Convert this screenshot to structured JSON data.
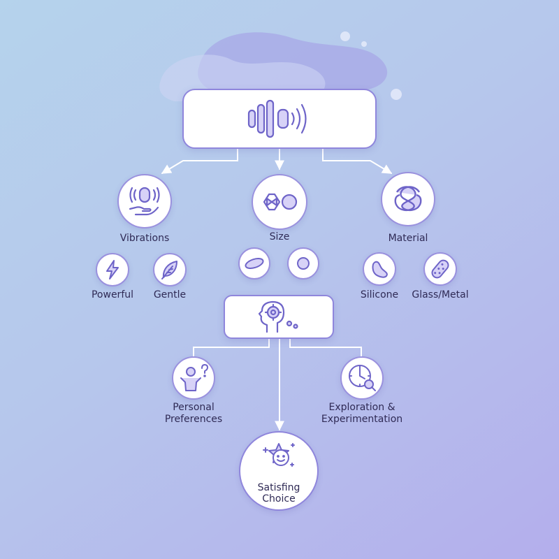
{
  "categories": {
    "vibrations": {
      "label": "Vibrations",
      "icon": "hand-vibration-icon"
    },
    "size": {
      "label": "Size",
      "icon": "shapes-icon"
    },
    "material": {
      "label": "Material",
      "icon": "knot-icon"
    }
  },
  "options": {
    "powerful": {
      "label": "Powerful",
      "icon": "lightning-icon"
    },
    "gentle": {
      "label": "Gentle",
      "icon": "feather-icon"
    },
    "size_oval": {
      "icon": "oval-icon"
    },
    "size_round": {
      "icon": "circle-icon"
    },
    "silicone": {
      "label": "Silicone",
      "icon": "silicone-blob-icon"
    },
    "glass_metal": {
      "label": "Glass/Metal",
      "icon": "textured-capsule-icon"
    }
  },
  "factors": {
    "personal": {
      "label": "Personal\nPreferences",
      "icon": "person-question-icon"
    },
    "exploration": {
      "label": "Exploration &\nExperimentation",
      "icon": "clock-magnifier-icon"
    }
  },
  "result": {
    "label": "Satisfing\nChoice",
    "icon": "smiley-star-icon"
  },
  "top_node": {
    "icon": "sound-waves-icon"
  },
  "mind_node": {
    "icon": "head-gear-icon"
  },
  "colors": {
    "accent": "#8f86dc",
    "icon": "#6e64c8",
    "icon_fill": "#d7d2f7",
    "text": "#2f2a55"
  }
}
